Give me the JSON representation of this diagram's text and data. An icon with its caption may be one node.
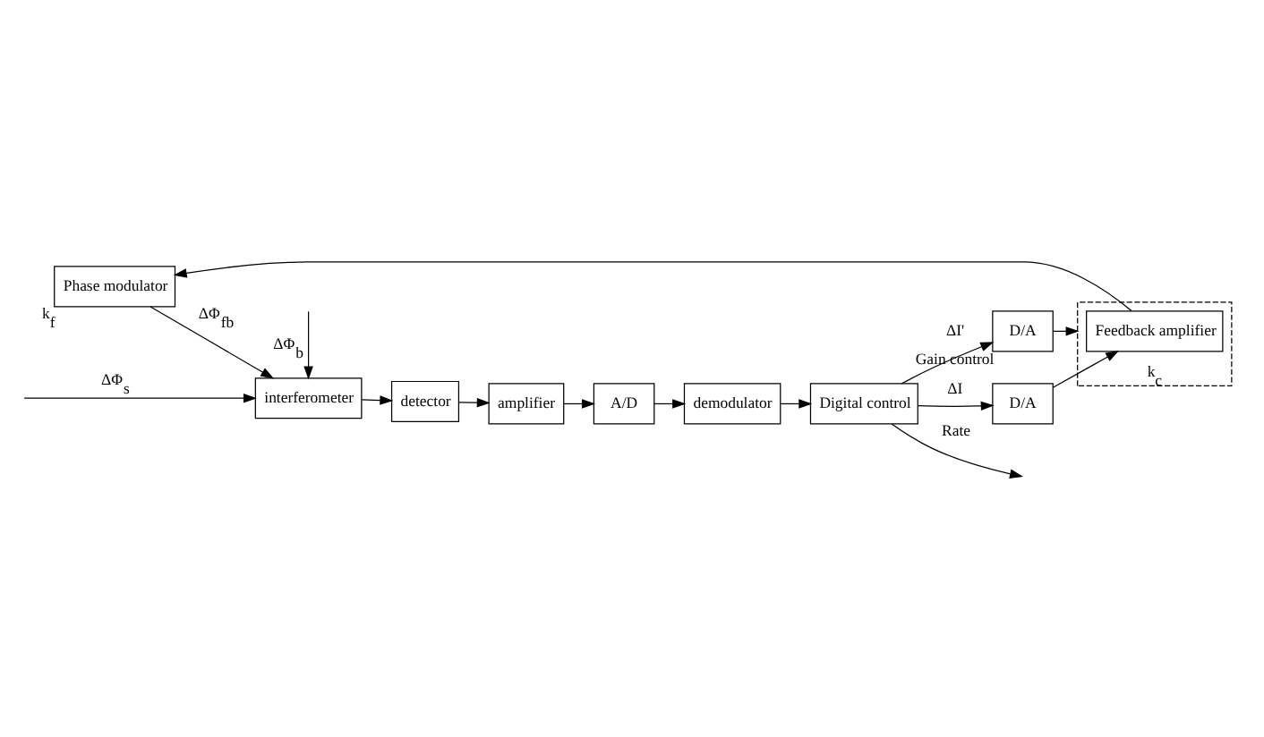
{
  "diagram": {
    "nodes": [
      {
        "text": [
          "interferometer"
        ]
      },
      {
        "text": [
          "detector"
        ]
      },
      {
        "text": [
          "amplifier"
        ]
      },
      {
        "text": [
          "A/D"
        ]
      },
      {
        "text": [
          "demodulator"
        ]
      },
      {
        "text": [
          "Digital control"
        ]
      },
      {
        "text": [
          "D/A"
        ],
        "beside": [
          "Gain control"
        ]
      },
      {
        "text": [],
        "shape": "box",
        "beside": [
          "k$_{c}$"
        ]
      },
      {
        "text": [
          "Feedback amplifier"
        ],
        "in": 7
      },
      {
        "text": [
          "D/A"
        ]
      },
      {
        "text": [
          "Phase modulator"
        ],
        "beside": [
          "k$_{f}$"
        ]
      }
    ],
    "edges": [
      {
        "from": null,
        "to": 0,
        "arrow": "to",
        "label": "ΔΦ$_{s}$"
      },
      {
        "from": null,
        "to": 0,
        "arrow": "to",
        "label": "ΔΦ$_{b}$"
      },
      {
        "from": 0,
        "to": 1,
        "arrow": "to"
      },
      {
        "from": 1,
        "to": 2,
        "arrow": "to"
      },
      {
        "from": 2,
        "to": 3,
        "arrow": "to"
      },
      {
        "from": 3,
        "to": 4,
        "arrow": "to"
      },
      {
        "from": 4,
        "to": 5,
        "arrow": "to"
      },
      {
        "from": 5,
        "to": null,
        "arrow": "to",
        "label": "Rate"
      },
      {
        "from": 5,
        "to": 6,
        "arrow": "to",
        "label": "ΔI'"
      },
      {
        "from": 5,
        "to": 9,
        "arrow": "to",
        "label": "ΔI"
      },
      {
        "from": 6,
        "to": 7,
        "arrow": "to"
      },
      {
        "from": 9,
        "to": 8,
        "arrow": "to"
      },
      {
        "from": 8,
        "to": 10,
        "arrow": "to"
      },
      {
        "from": 10,
        "to": 0,
        "arrow": "to",
        "label": "ΔΦ$_{fb}$"
      }
    ]
  }
}
